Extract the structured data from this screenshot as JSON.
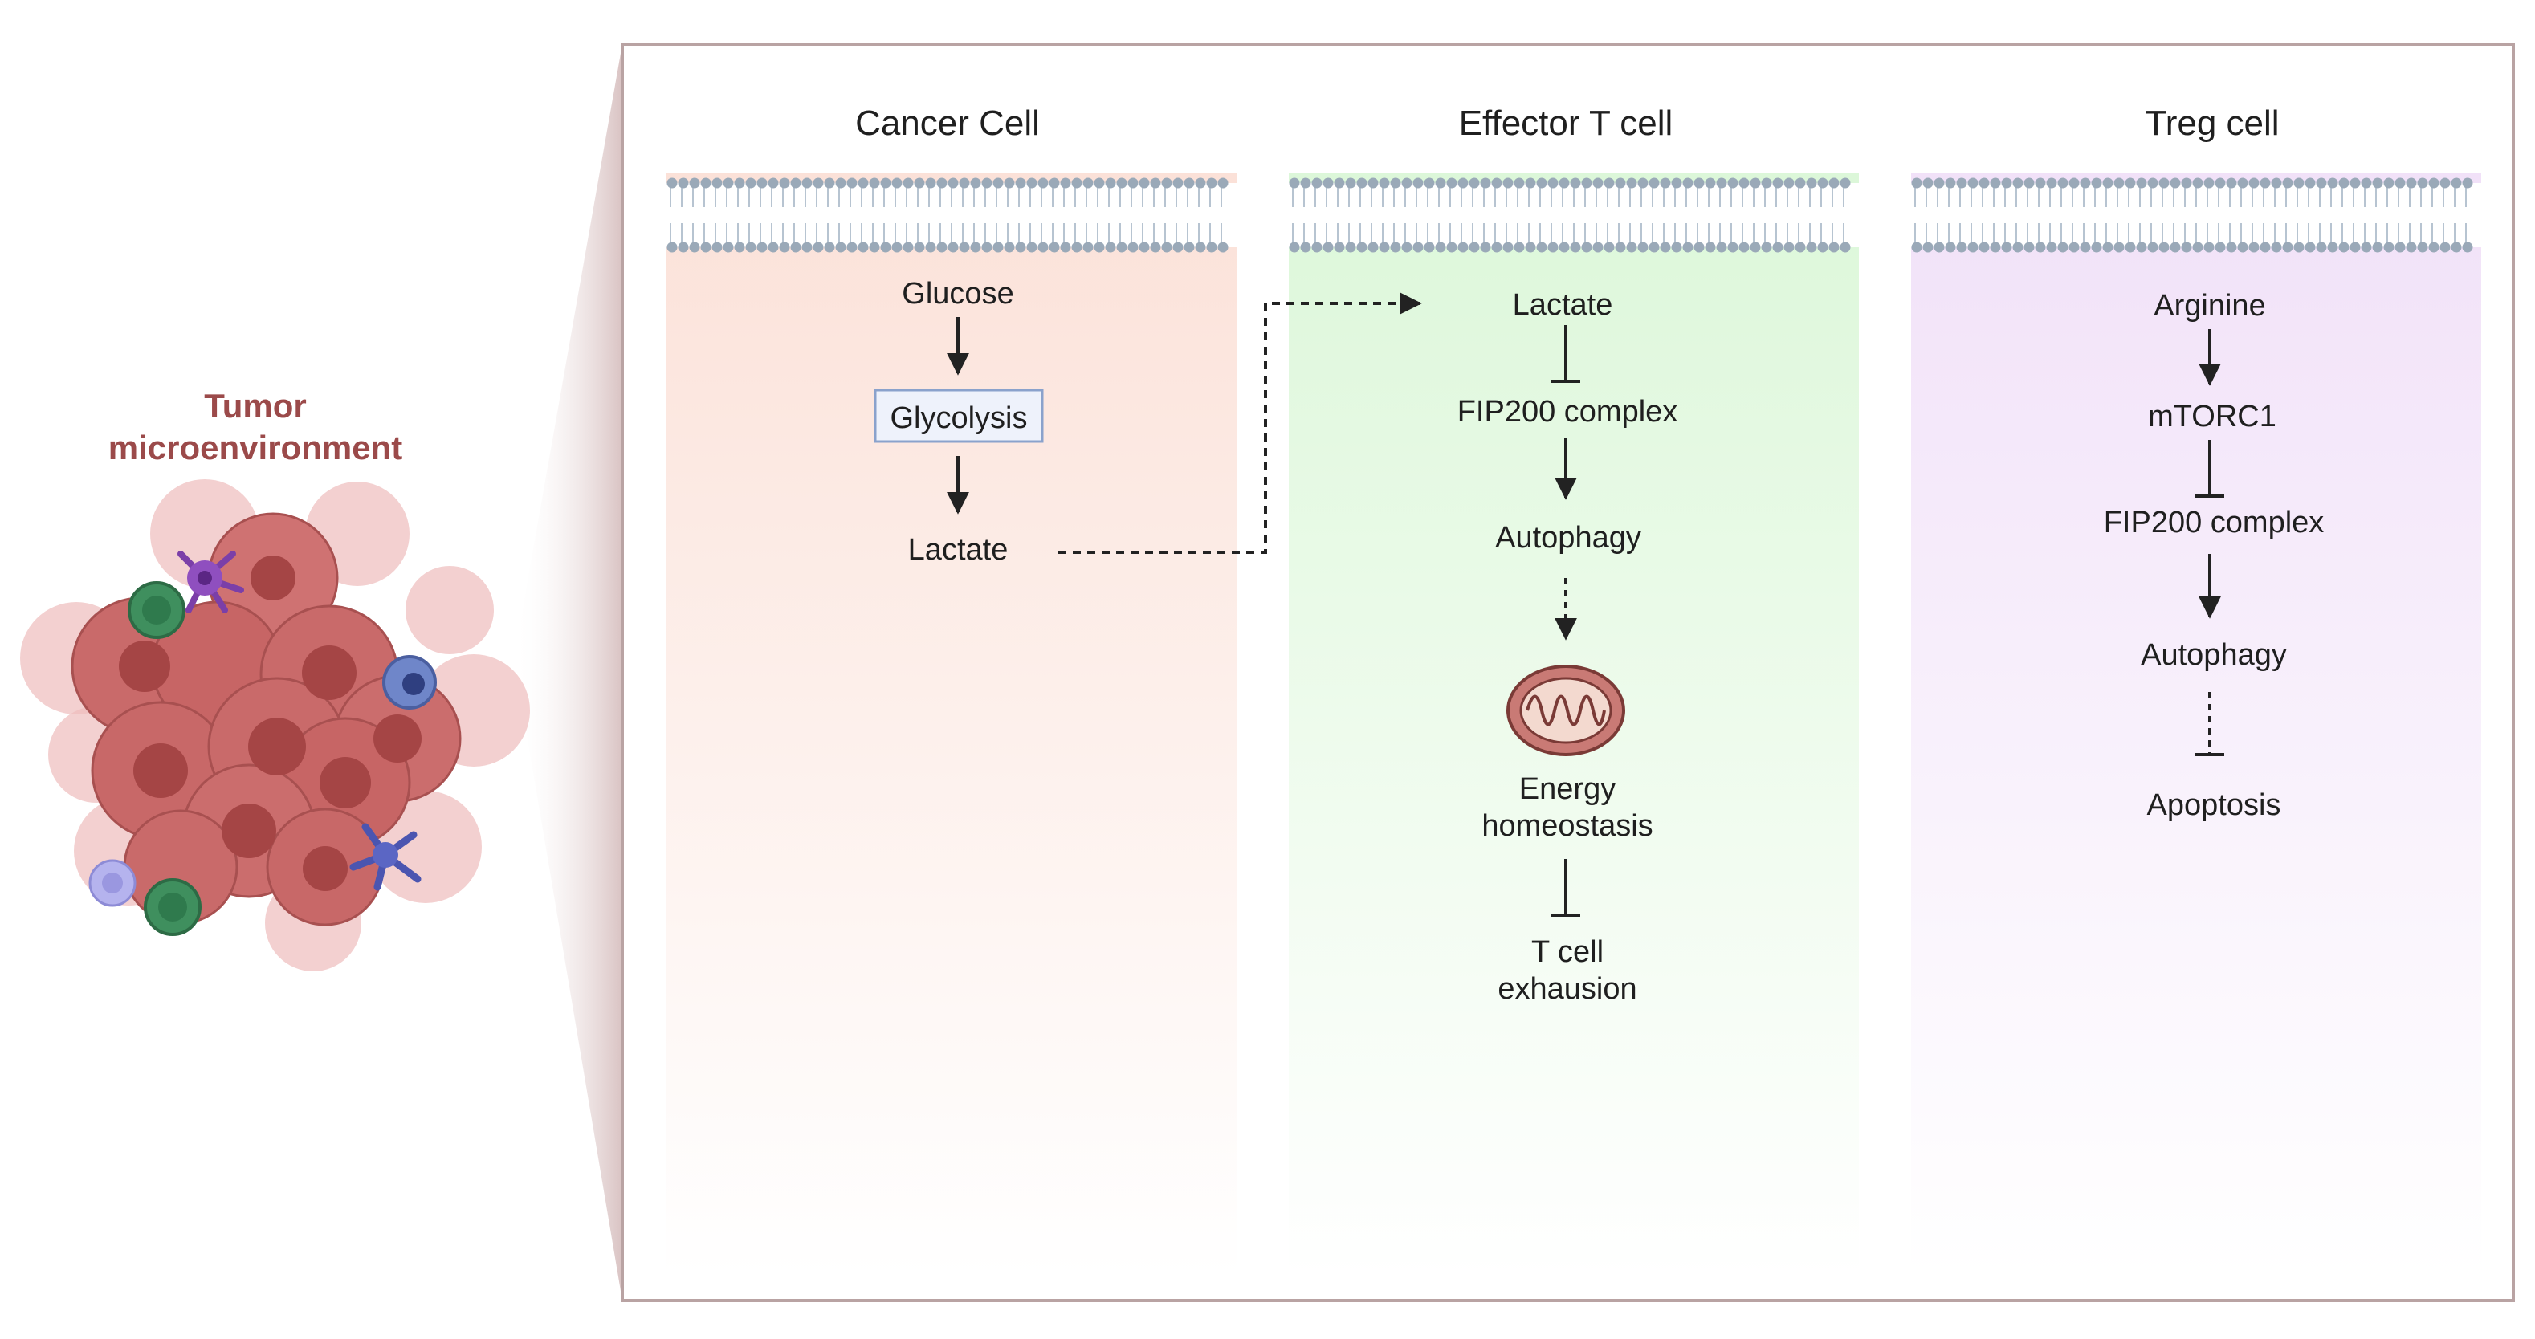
{
  "tumor": {
    "label_line1": "Tumor",
    "label_line2": "microenvironment"
  },
  "panels": {
    "cancer": {
      "title": "Cancer Cell",
      "glucose": "Glucose",
      "glycolysis": "Glycolysis",
      "lactate": "Lactate"
    },
    "effector": {
      "title": "Effector T cell",
      "lactate": "Lactate",
      "fip200": "FIP200 complex",
      "autophagy": "Autophagy",
      "energy_line1": "Energy",
      "energy_line2": "homeostasis",
      "exhaustion_line1": "T cell",
      "exhaustion_line2": "exhausion"
    },
    "treg": {
      "title": "Treg cell",
      "arginine": "Arginine",
      "mtorc1": "mTORC1",
      "fip200": "FIP200 complex",
      "autophagy": "Autophagy",
      "apoptosis": "Apoptosis"
    }
  },
  "colors": {
    "cancer_panel": "#fbe1d8",
    "effector_panel": "#dcf7d9",
    "treg_panel": "#f1e1f8",
    "membrane": "#9aa9b8",
    "tumor_cell": "#c96a6a",
    "title_accent": "#9b4a4a",
    "frame": "#b9a3a3"
  }
}
